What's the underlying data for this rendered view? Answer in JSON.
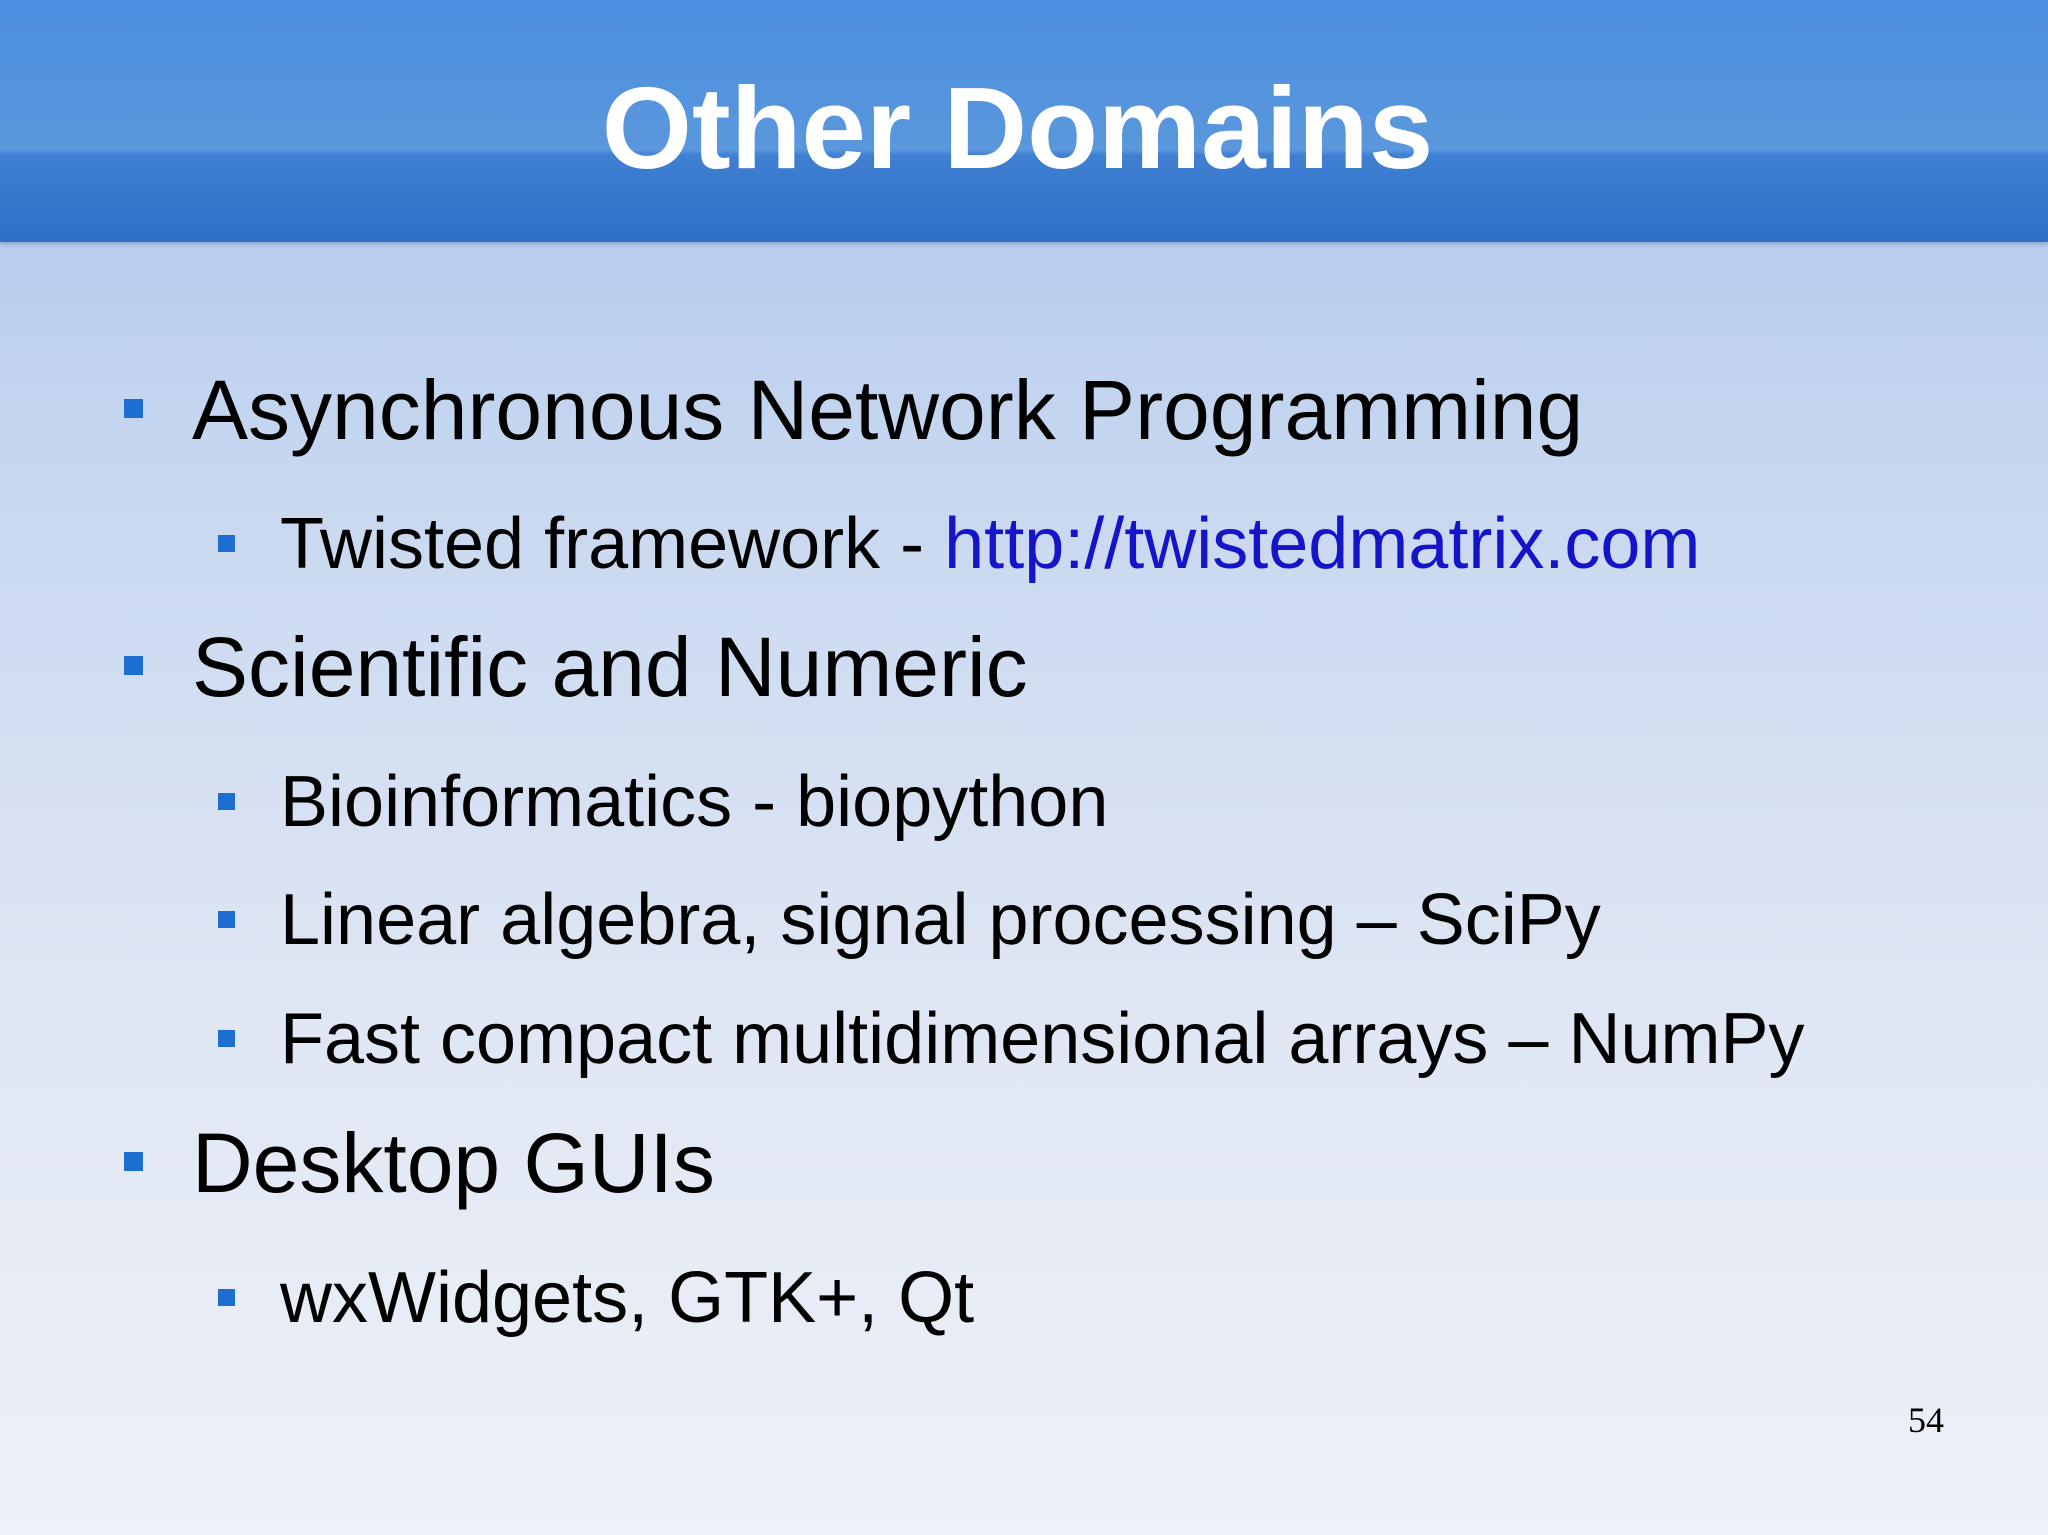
{
  "slide": {
    "title": "Other Domains",
    "page_number": "54",
    "bullet_color": "#1c6fd0",
    "link_color": "#1414c8",
    "items": [
      {
        "text": "Asynchronous Network Programming"
      },
      {
        "text": "Twisted framework - ",
        "link": "http://twistedmatrix.com"
      },
      {
        "text": "Scientific and Numeric"
      },
      {
        "text": "Bioinformatics - biopython"
      },
      {
        "text": "Linear algebra, signal processing – SciPy"
      },
      {
        "text": "Fast compact multidimensional arrays – NumPy"
      },
      {
        "text": "Desktop GUIs"
      },
      {
        "text": "wxWidgets, GTK+, Qt"
      }
    ]
  }
}
